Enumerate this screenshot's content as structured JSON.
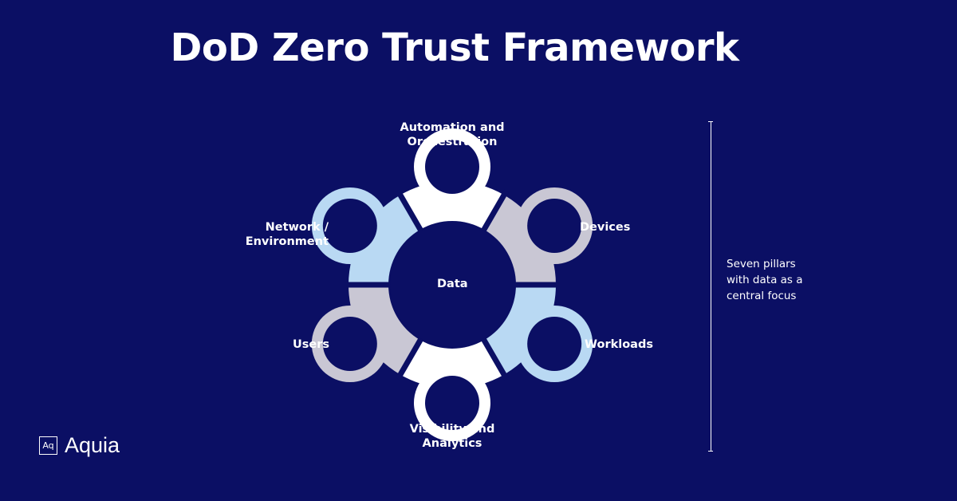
{
  "title": "DoD Zero Trust Framework",
  "center": {
    "label": "Data"
  },
  "pillars": [
    {
      "label": "Automation and\nOrchestration",
      "color": "#ffffff"
    },
    {
      "label": "Devices",
      "color": "#c9c7d4"
    },
    {
      "label": "Workloads",
      "color": "#b9d9f3"
    },
    {
      "label": "Visibility and\nAnalytics",
      "color": "#ffffff"
    },
    {
      "label": "Users",
      "color": "#c9c7d4"
    },
    {
      "label": "Network /\nEnvironment",
      "color": "#b9d9f3"
    }
  ],
  "side_note": "Seven pillars\nwith data as a\ncentral focus",
  "brand": {
    "mark": "Aq",
    "name": "Aquia"
  },
  "colors": {
    "background": "#0b0f64",
    "inner": "#0b0f64",
    "text": "#ffffff"
  }
}
